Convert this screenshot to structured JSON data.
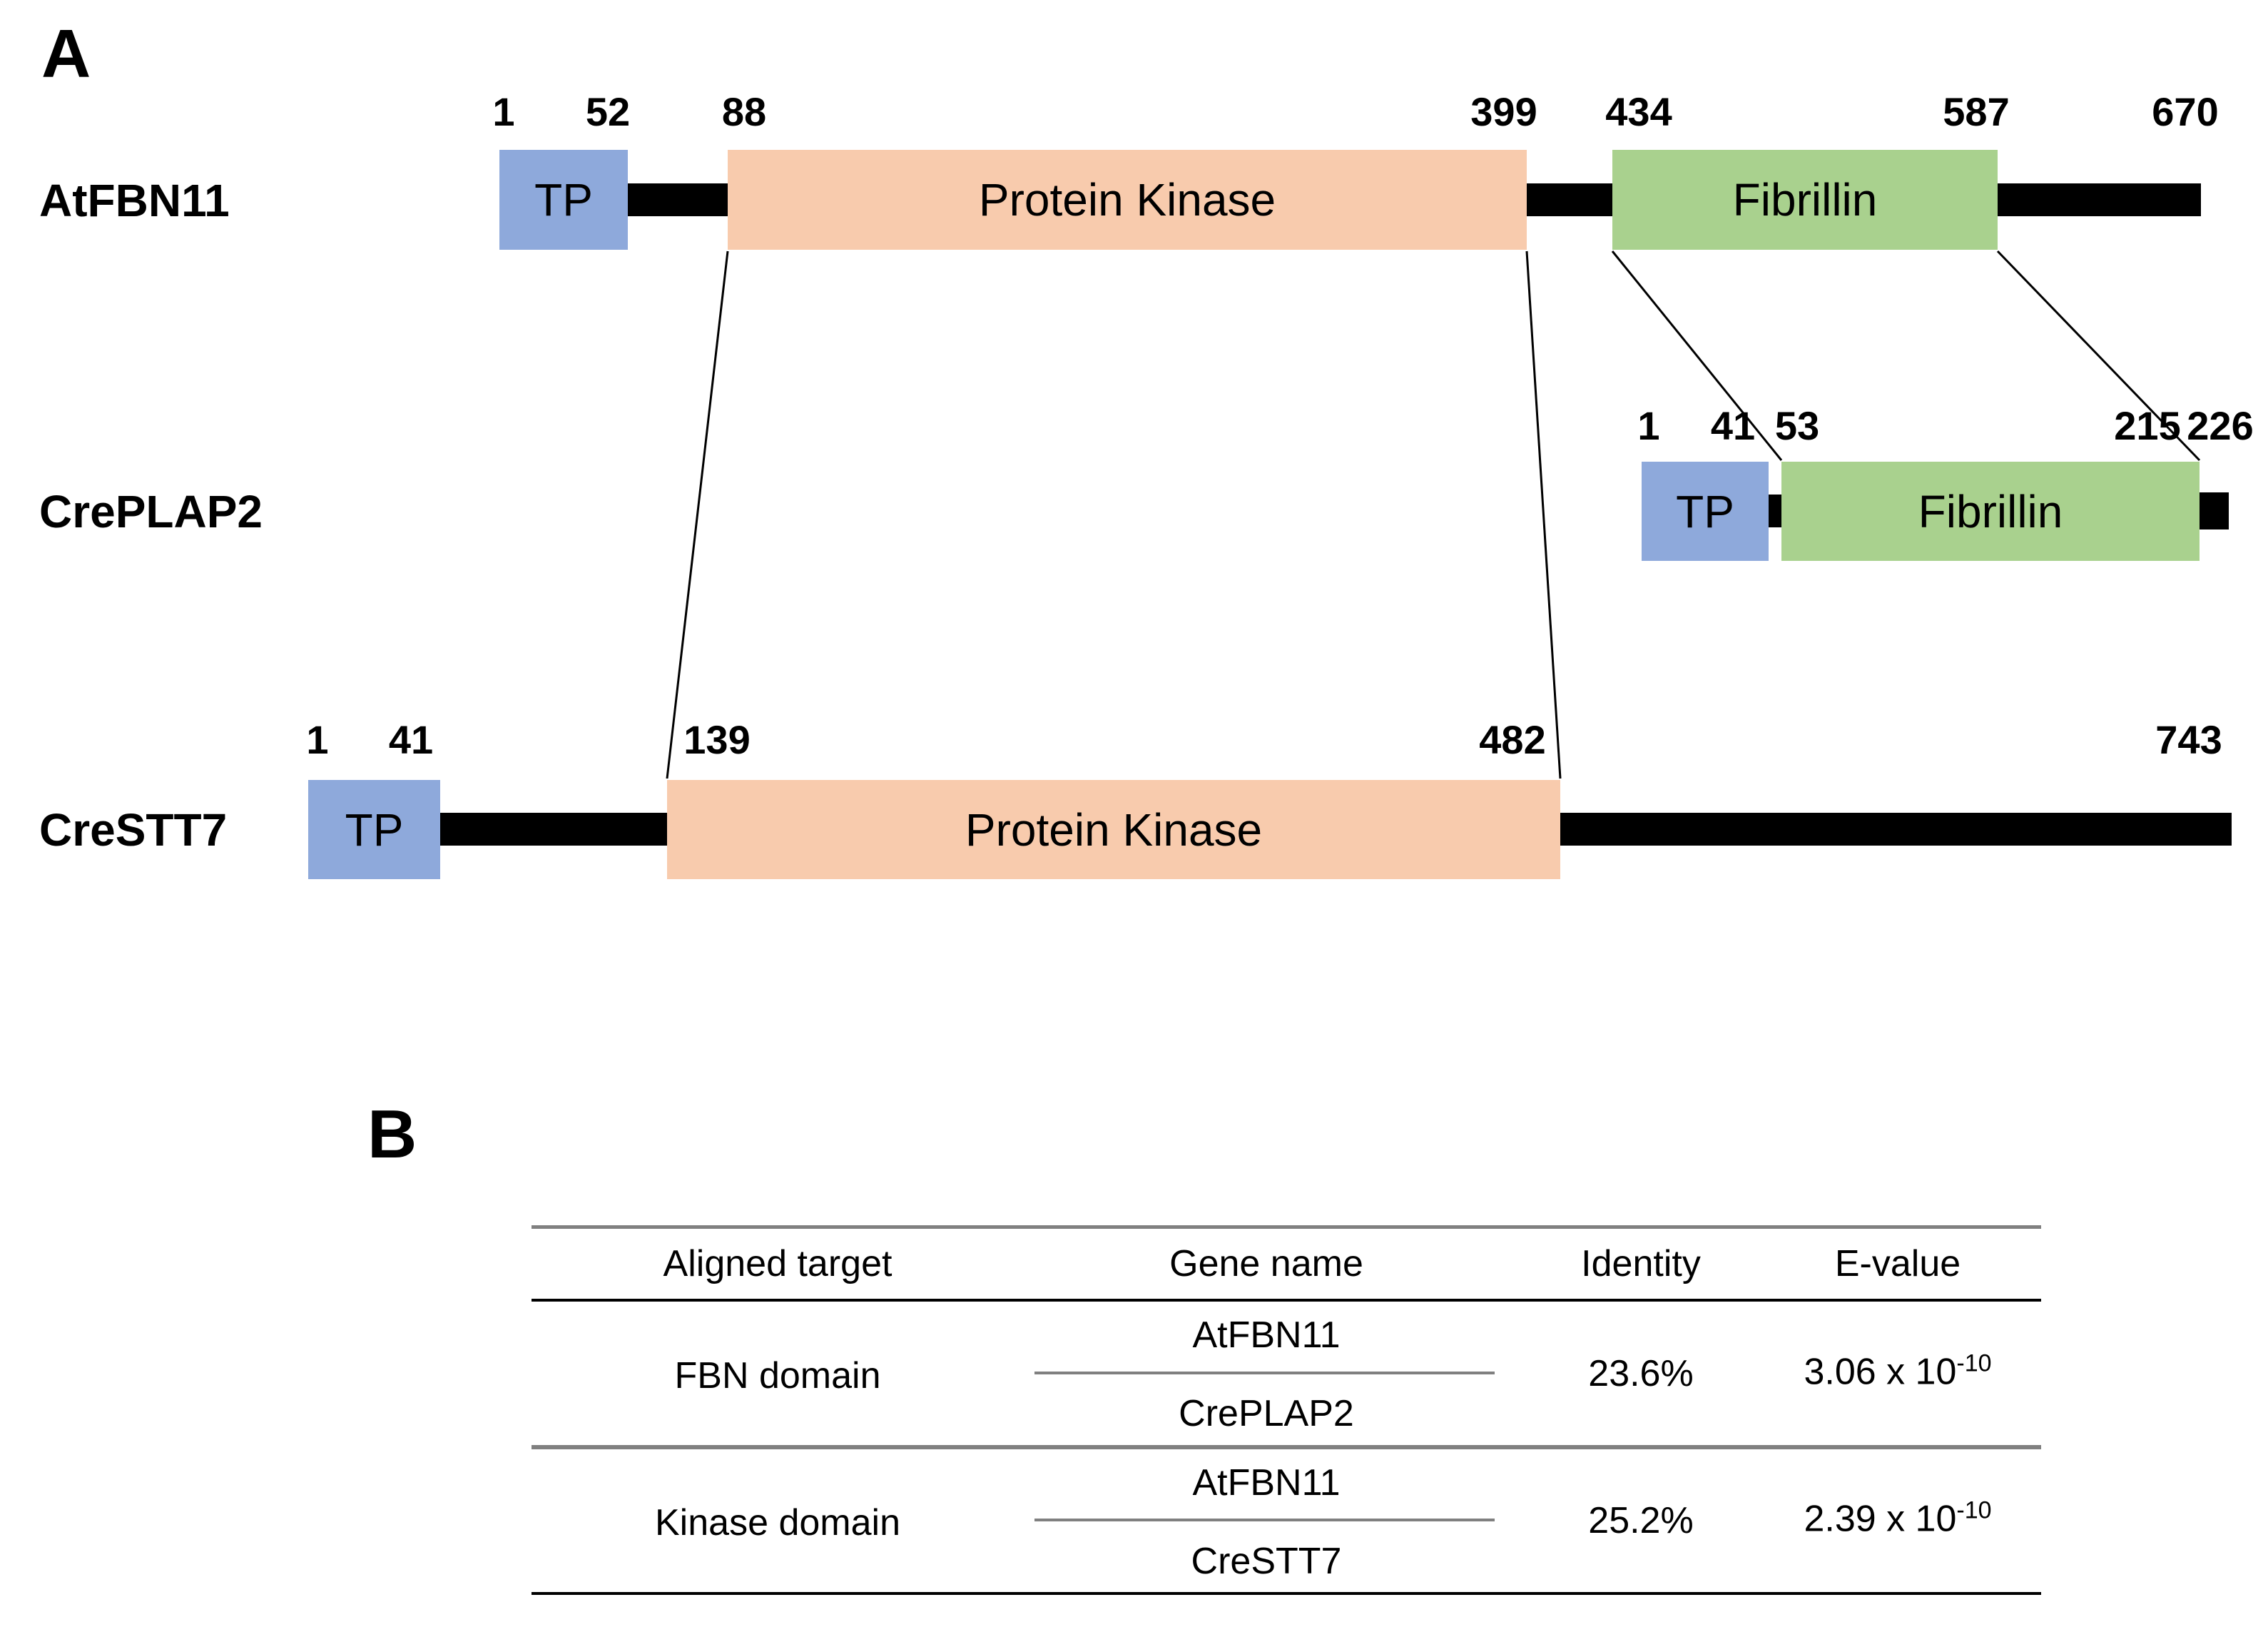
{
  "colors": {
    "tp": "#8EA9DB",
    "kinase": "#F8CBAD",
    "fibrillin": "#A9D18E",
    "backbone": "#000000",
    "gray_line": "#808080"
  },
  "panel_a": {
    "label": "A",
    "atfbn11": {
      "name": "AtFBN11",
      "ticks": {
        "t1": "1",
        "t52": "52",
        "t88": "88",
        "t399": "399",
        "t434": "434",
        "t587": "587",
        "t670": "670"
      },
      "tp": "TP",
      "kinase": "Protein Kinase",
      "fibrillin": "Fibrillin"
    },
    "creplap2": {
      "name": "CrePLAP2",
      "ticks": {
        "t1": "1",
        "t41": "41",
        "t53": "53",
        "t215": "215",
        "t226": "226"
      },
      "tp": "TP",
      "fibrillin": "Fibrillin"
    },
    "crestt7": {
      "name": "CreSTT7",
      "ticks": {
        "t1": "1",
        "t41": "41",
        "t139": "139",
        "t482": "482",
        "t743": "743"
      },
      "tp": "TP",
      "kinase": "Protein Kinase"
    }
  },
  "panel_b": {
    "label": "B",
    "headers": {
      "aligned_target": "Aligned target",
      "gene_name": "Gene name",
      "identity": "Identity",
      "evalue": "E-value"
    },
    "rows": [
      {
        "target": "FBN domain",
        "gene_top": "AtFBN11",
        "gene_bottom": "CrePLAP2",
        "identity": "23.6%",
        "evalue_base": "3.06 x 10",
        "evalue_exp": "-10"
      },
      {
        "target": "Kinase domain",
        "gene_top": "AtFBN11",
        "gene_bottom": "CreSTT7",
        "identity": "25.2%",
        "evalue_base": "2.39 x 10",
        "evalue_exp": "-10"
      }
    ]
  }
}
